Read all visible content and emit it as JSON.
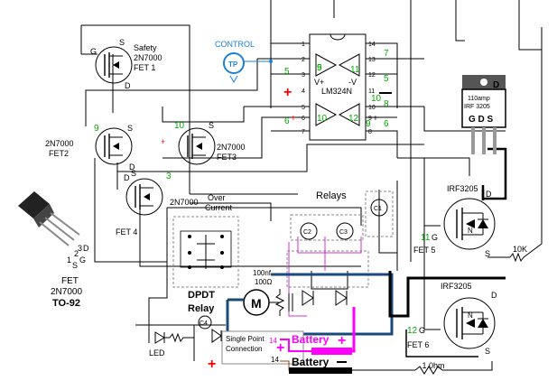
{
  "colors": {
    "wire": "#000000",
    "pin_number": "#00aa00",
    "control": "#1e7fd8",
    "battery_positive": "#ff00ff",
    "motor_loop": "#1a4a7a",
    "plus_sign": "#ff0000",
    "relay_wire": "#cc33cc"
  },
  "labels": {
    "safety_fet": [
      "Safety",
      "2N7000",
      "FET 1"
    ],
    "fet2": [
      "2N7000",
      "FET2"
    ],
    "fet3": [
      "2N7000",
      "FET3"
    ],
    "fet4_part": "2N7000",
    "fet4_name": "FET 4",
    "over_current": [
      "Over",
      "Current"
    ],
    "control": "CONTROL",
    "tp": "TP",
    "ic": "LM324N",
    "vplus": "V+",
    "vminus": "-V",
    "relays": "Relays",
    "relay_c1": "C1",
    "relay_c2": "C2",
    "relay_c3": "C3",
    "relay_c4": "C4",
    "dpdt": [
      "DPDT",
      "Relay"
    ],
    "cap": [
      "100nf",
      "100Ω"
    ],
    "motor": "M",
    "led": "LED",
    "single_point": [
      "Single Point",
      "Connection"
    ],
    "battery_pos": "Battery",
    "battery_neg": "Battery",
    "fet5_part": "IRF3205",
    "fet5_name": "FET 5",
    "fet6_part": "IRF3205",
    "fet6_name": "FET 6",
    "resistor_10k": "10K",
    "shunt": ".1 0hm",
    "package_rating": [
      "110amp",
      "IRF 3205"
    ],
    "package_pins": "G D S",
    "package_d": "D",
    "to92_title": [
      "FET",
      "2N7000",
      "TO-92"
    ],
    "pin_letters": {
      "d": "D",
      "g": "G",
      "s": "S",
      "one": "1",
      "two": "2",
      "three": "3"
    },
    "fet_pins": {
      "g": "G",
      "s": "S",
      "d": "D"
    },
    "plus": "+",
    "minus": "−",
    "num14": "14",
    "num14b": "14"
  },
  "ic_pins_left": [
    "1",
    "2",
    "3",
    "4",
    "5",
    "6",
    "7"
  ],
  "ic_pins_right": [
    "14",
    "13",
    "12",
    "11",
    "10",
    "9",
    "8"
  ],
  "green_numbers": {
    "left_5": "5",
    "left_9": "9",
    "left_6": "6",
    "left_12": "12",
    "right_7": "7",
    "right_11": "11",
    "right_5": "5",
    "right_10": "10",
    "right_8": "8",
    "right_9": "9",
    "right_6": "6",
    "out_7": "7",
    "out_5": "5",
    "out_8": "8",
    "out_6": "6",
    "fet2_9": "9",
    "fet3_10": "10",
    "fet4_3": "3",
    "fet5_11": "11",
    "fet6_12": "12",
    "sp_14": "14"
  }
}
